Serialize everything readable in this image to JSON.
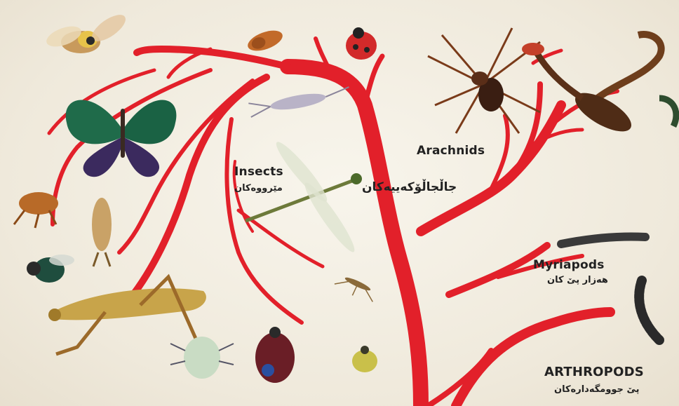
{
  "labels": {
    "insects_en": "Insects",
    "insects_ku": "مێرووەکان",
    "arachnids_en": "Arachnids",
    "arachnids_ku": "جاڵجاڵۆکەییەکان",
    "myriapods_en": "Myriapods",
    "myriapods_ku": "هەزار پێ کان",
    "arthropods_en": "ARTHROPODS",
    "arthropods_ku": "پێ جوومگەدارەکان"
  },
  "colors": {
    "branch": "#e2202a",
    "background": "#f3efe4"
  },
  "illustrations": [
    "bee-icon",
    "mite-icon",
    "ladybug-icon",
    "spider-icon",
    "scorpion-icon",
    "butterfly-icon",
    "silverfish-icon",
    "dragonfly-icon",
    "flea-icon",
    "earwig-icon",
    "housefly-icon",
    "grasshopper-icon",
    "tick-icon",
    "stinkbug-icon",
    "small-beetle-icon",
    "mosquito-icon",
    "millipede-icon",
    "centipede-icon"
  ]
}
